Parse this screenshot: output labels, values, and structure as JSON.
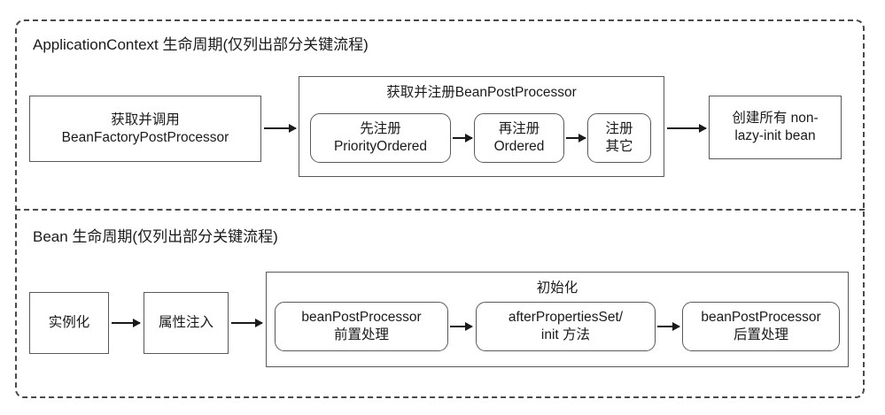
{
  "diagram": {
    "sections": [
      {
        "id": "application-context",
        "title": "ApplicationContext 生命周期(仅列出部分关键流程)",
        "nodes": [
          {
            "id": "get-call-bfpp",
            "label": "获取并调用\nBeanFactoryPostProcessor"
          },
          {
            "id": "register-priority-ordered",
            "label": "先注册\nPriorityOrdered"
          },
          {
            "id": "register-ordered",
            "label": "再注册\nOrdered"
          },
          {
            "id": "register-others",
            "label": "注册\n其它"
          },
          {
            "id": "create-non-lazy-init-bean",
            "label": "创建所有 non-\nlazy-init bean"
          }
        ],
        "group": {
          "id": "get-register-bpp",
          "label": "获取并注册BeanPostProcessor"
        }
      },
      {
        "id": "bean-lifecycle",
        "title": "Bean 生命周期(仅列出部分关键流程)",
        "nodes": [
          {
            "id": "instantiate",
            "label": "实例化"
          },
          {
            "id": "populate-properties",
            "label": "属性注入"
          },
          {
            "id": "bpp-before",
            "label": "beanPostProcessor\n前置处理"
          },
          {
            "id": "after-properties-set",
            "label": "afterPropertiesSet/\ninit 方法"
          },
          {
            "id": "bpp-after",
            "label": "beanPostProcessor\n后置处理"
          }
        ],
        "group": {
          "id": "initialization",
          "label": "初始化"
        }
      }
    ],
    "colors": {
      "frame_stroke": "#4a4a4a",
      "box_stroke": "#595959",
      "arrow": "#1a1a1a",
      "text": "#1a1a1a",
      "background": "#ffffff"
    }
  }
}
